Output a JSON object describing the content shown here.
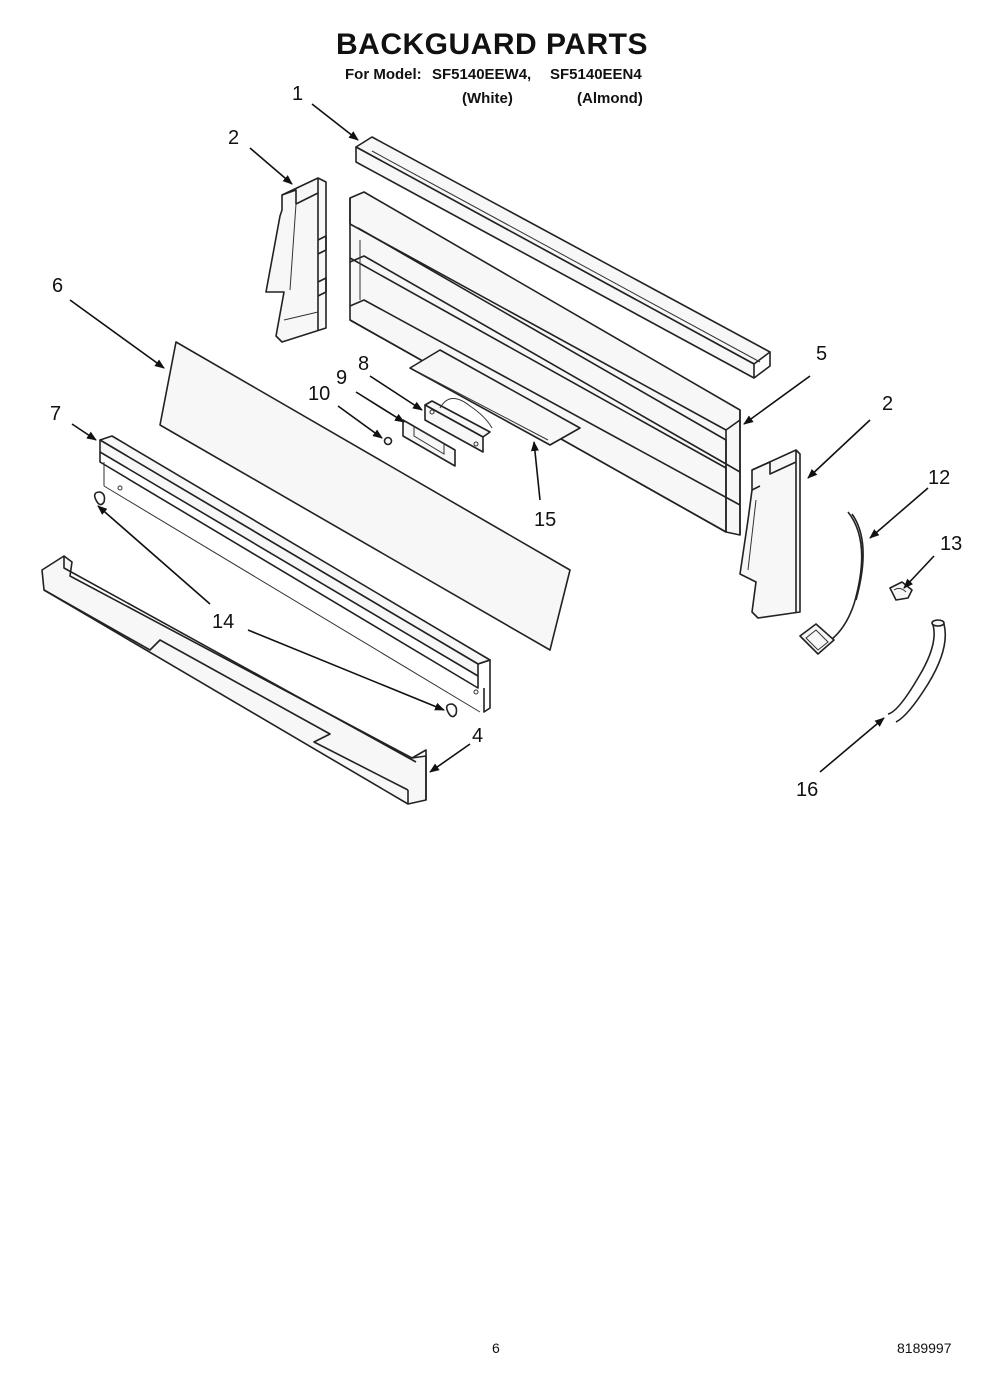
{
  "header": {
    "title": "BACKGUARD PARTS",
    "model_prefix": "For Model:",
    "model_1": "SF5140EEW4,",
    "model_2": "SF5140EEN4",
    "color_1": "(White)",
    "color_2": "(Almond)"
  },
  "callouts": {
    "c1": "1",
    "c2a": "2",
    "c2b": "2",
    "c4": "4",
    "c5": "5",
    "c6": "6",
    "c7": "7",
    "c8": "8",
    "c9": "9",
    "c10": "10",
    "c12": "12",
    "c13": "13",
    "c14": "14",
    "c15": "15",
    "c16": "16"
  },
  "footer": {
    "page_number": "6",
    "doc_number": "8189997"
  }
}
